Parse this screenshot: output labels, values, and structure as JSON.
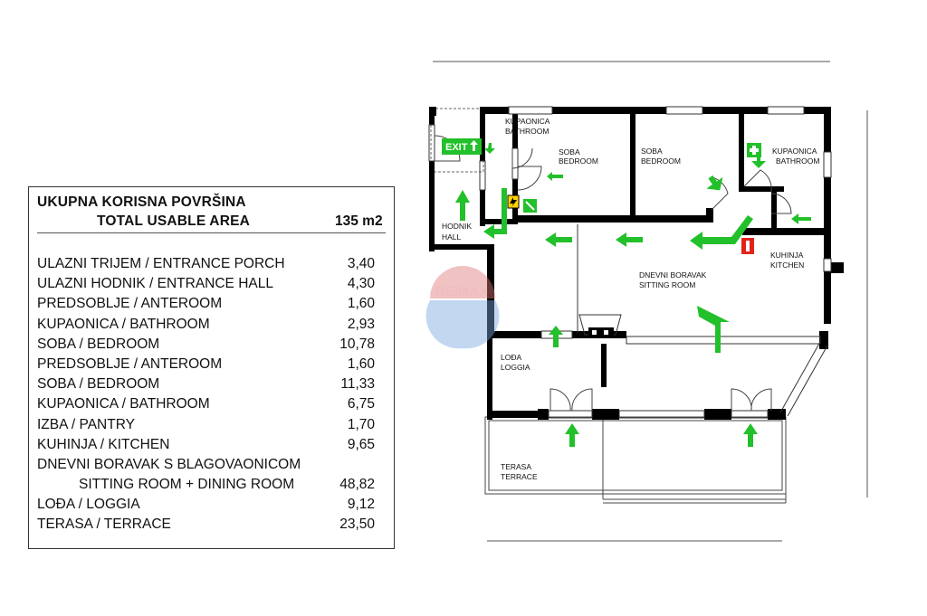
{
  "table": {
    "title_hr": "UKUPNA KORISNA POVRŠINA",
    "title_en": "TOTAL USABLE AREA",
    "total": "135 m2",
    "rows": [
      {
        "label": "ULAZNI TRIJEM / ENTRANCE PORCH",
        "value": "3,40"
      },
      {
        "label": "ULAZNI HODNIK / ENTRANCE HALL",
        "value": "4,30"
      },
      {
        "label": "PREDSOBLJE / ANTEROOM",
        "value": "1,60"
      },
      {
        "label": "KUPAONICA / BATHROOM",
        "value": "2,93"
      },
      {
        "label": "SOBA / BEDROOM",
        "value": "10,78"
      },
      {
        "label": "PREDSOBLJE / ANTEROOM",
        "value": "1,60"
      },
      {
        "label": "SOBA / BEDROOM",
        "value": "11,33"
      },
      {
        "label": "KUPAONICA / BATHROOM",
        "value": "6,75"
      },
      {
        "label": "IZBA / PANTRY",
        "value": "1,70"
      },
      {
        "label": "KUHINJA / KITCHEN",
        "value": "9,65"
      },
      {
        "label": "DNEVNI BORAVAK S BLAGOVAONICOM",
        "value": ""
      },
      {
        "label": "SITTING ROOM + DINING ROOM",
        "value": "48,82"
      },
      {
        "label": "LOĐA / LOGGIA",
        "value": "9,12"
      },
      {
        "label": "TERASA / TERRACE",
        "value": "23,50"
      }
    ]
  },
  "plan": {
    "exit_sign": "EXIT",
    "watermark": "RE/MAX",
    "rooms": {
      "bathroom1_a": "KUPAONICA",
      "bathroom1_b": "BATHROOM",
      "bedroom1_a": "SOBA",
      "bedroom1_b": "BEDROOM",
      "bedroom2_a": "SOBA",
      "bedroom2_b": "BEDROOM",
      "bathroom2_a": "KUPAONICA",
      "bathroom2_b": "BATHROOM",
      "hall_a": "HODNIK",
      "hall_b": "HALL",
      "kitchen_a": "KUHINJA",
      "kitchen_b": "KITCHEN",
      "living_a": "DNEVNI BORAVAK",
      "living_b": "SITTING ROOM",
      "loggia_a": "LOĐA",
      "loggia_b": "LOGGIA",
      "terrace_a": "TERASA",
      "terrace_b": "TERRACE"
    },
    "colors": {
      "wall": "#000000",
      "arrow": "#22c02a",
      "sign_red": "#e2231a"
    }
  }
}
